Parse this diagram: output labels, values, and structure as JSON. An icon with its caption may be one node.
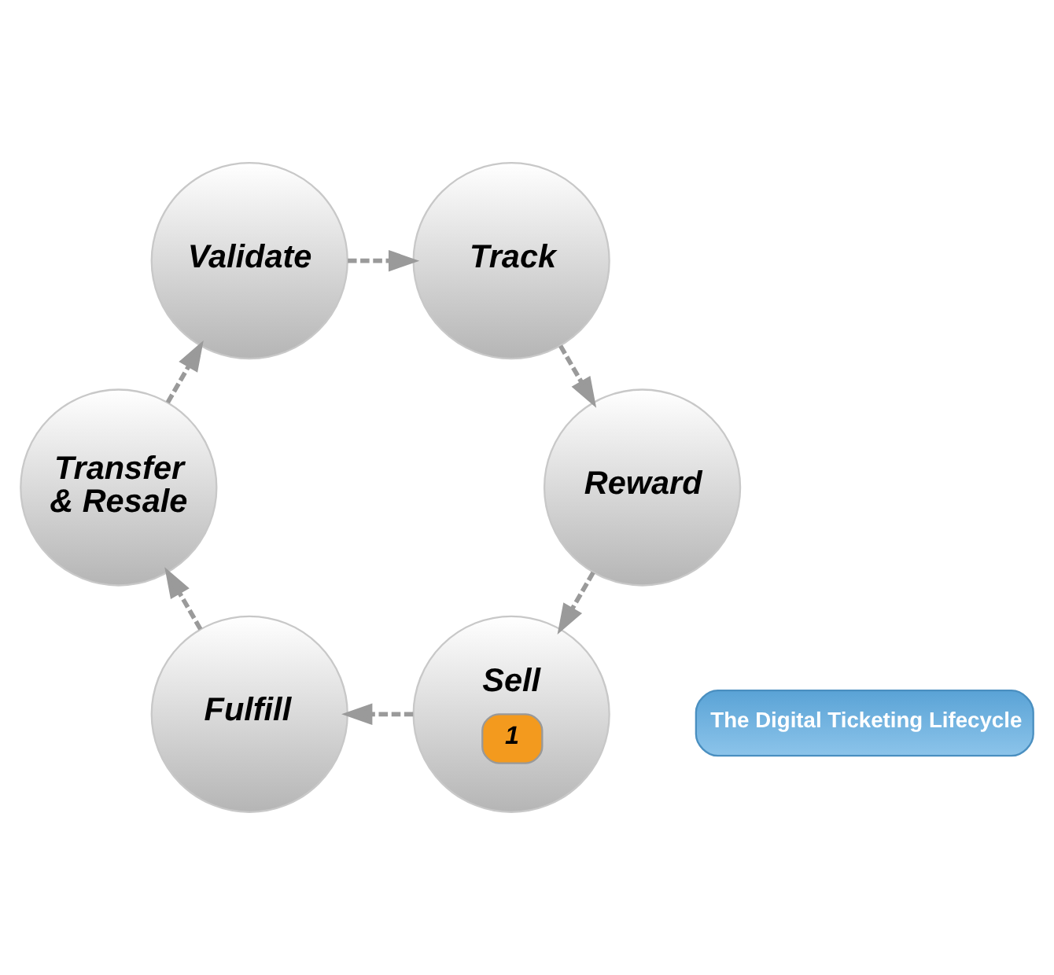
{
  "diagram": {
    "nodes": [
      {
        "text": [
          "Sell",
          "1"
        ]
      },
      {
        "text": [
          "Fulfill"
        ]
      },
      {
        "text": [
          "Transfer & Resale"
        ]
      },
      {
        "text": [
          "Validate"
        ]
      },
      {
        "text": [
          "Track"
        ]
      },
      {
        "text": [
          "Reward"
        ]
      },
      {
        "text": [
          "The Digital Ticketing Lifecycle"
        ]
      }
    ],
    "edges": [
      {
        "from": 0,
        "to": 1,
        "arrow": "to",
        "style": "dashed"
      },
      {
        "from": 1,
        "to": 2,
        "arrow": "to",
        "style": "dashed"
      },
      {
        "from": 2,
        "to": 3,
        "arrow": "to",
        "style": "dashed"
      },
      {
        "from": 3,
        "to": 4,
        "arrow": "to",
        "style": "dashed"
      },
      {
        "from": 4,
        "to": 5,
        "arrow": "to",
        "style": "dashed"
      },
      {
        "from": 5,
        "to": 0,
        "arrow": "to",
        "style": "dashed"
      }
    ]
  }
}
